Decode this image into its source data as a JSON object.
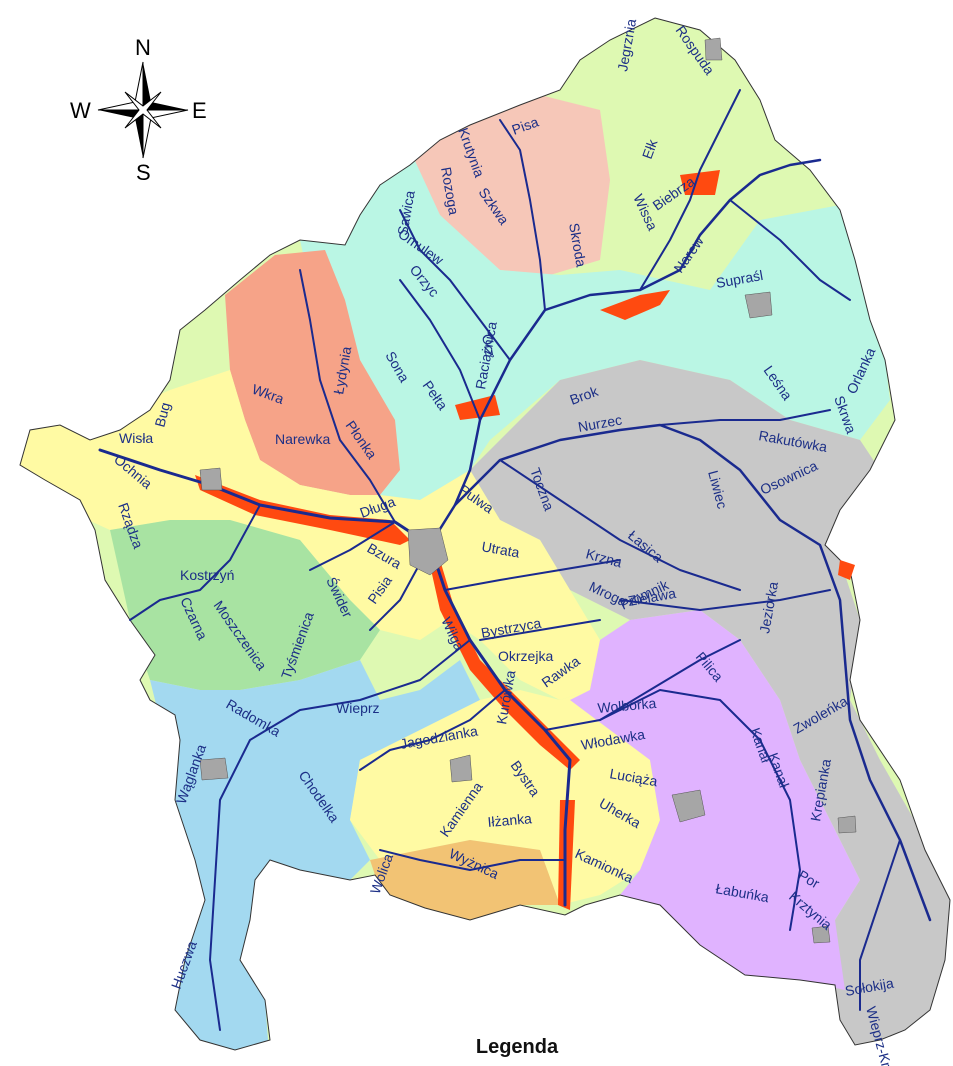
{
  "compass": {
    "north": "N",
    "south": "S",
    "west": "W",
    "east": "E"
  },
  "legend_title": "Legenda",
  "colors": {
    "river": "#1a2a8f",
    "flood": "#ff4a10",
    "city": "#a6a6a6",
    "yellow": "#fffaa3",
    "peach": "#f6c7b8",
    "lightgreen": "#def9b2",
    "aqua": "#baf6e4",
    "salmon": "#f6a388",
    "grey": "#c8c8c8",
    "green": "#a8e3a2",
    "blue": "#a3d9f0",
    "lilac": "#e0b3ff",
    "orange": "#f2c374"
  },
  "river_labels": [
    "Wisła",
    "Rospuda",
    "Jegrznia",
    "Pisa",
    "Krutynia",
    "Szkwa",
    "Rozoga",
    "Ełk",
    "Wissa",
    "Biebrza",
    "Sawica",
    "Omulew",
    "Orzyc",
    "Skroda",
    "Narew",
    "Supraśl",
    "Łydynia",
    "Sona",
    "Pełta",
    "Orz",
    "Raciążnica",
    "Wkra",
    "Płonka",
    "Narewka",
    "Orlanka",
    "Leśna",
    "Skrwa",
    "Bug",
    "Brok",
    "Nurzec",
    "Rakutówka",
    "Ochnia",
    "Rządza",
    "Pulwa",
    "Osownica",
    "Toczna",
    "Liwiec",
    "Łasica",
    "Długa",
    "Utrata",
    "Bzura",
    "Kostrzyń",
    "Krzna",
    "Zielawa",
    "Jeziorka",
    "Pisia",
    "Świder",
    "Mroga",
    "Moszczenica",
    "Czarna",
    "Wilga",
    "Bystrzyca",
    "Promnik",
    "Okrzejka",
    "Rawka",
    "Tyśmienica",
    "Pilica",
    "Wieprz",
    "Wolbórka",
    "Radomka",
    "Jagodzianka",
    "Kurówka",
    "Włodawka",
    "Zwoleńka",
    "Bystra",
    "Luciąża",
    "Wąglanka",
    "Chodelka",
    "Uherka",
    "Krępianka",
    "Iłżanka",
    "Kamienna",
    "Wyżnica",
    "Kamionka",
    "Wolica",
    "Por",
    "Łabuńka",
    "Krztynia",
    "Huczwa",
    "Sołokija",
    "Wieprz-Krzna",
    "Kanał"
  ]
}
